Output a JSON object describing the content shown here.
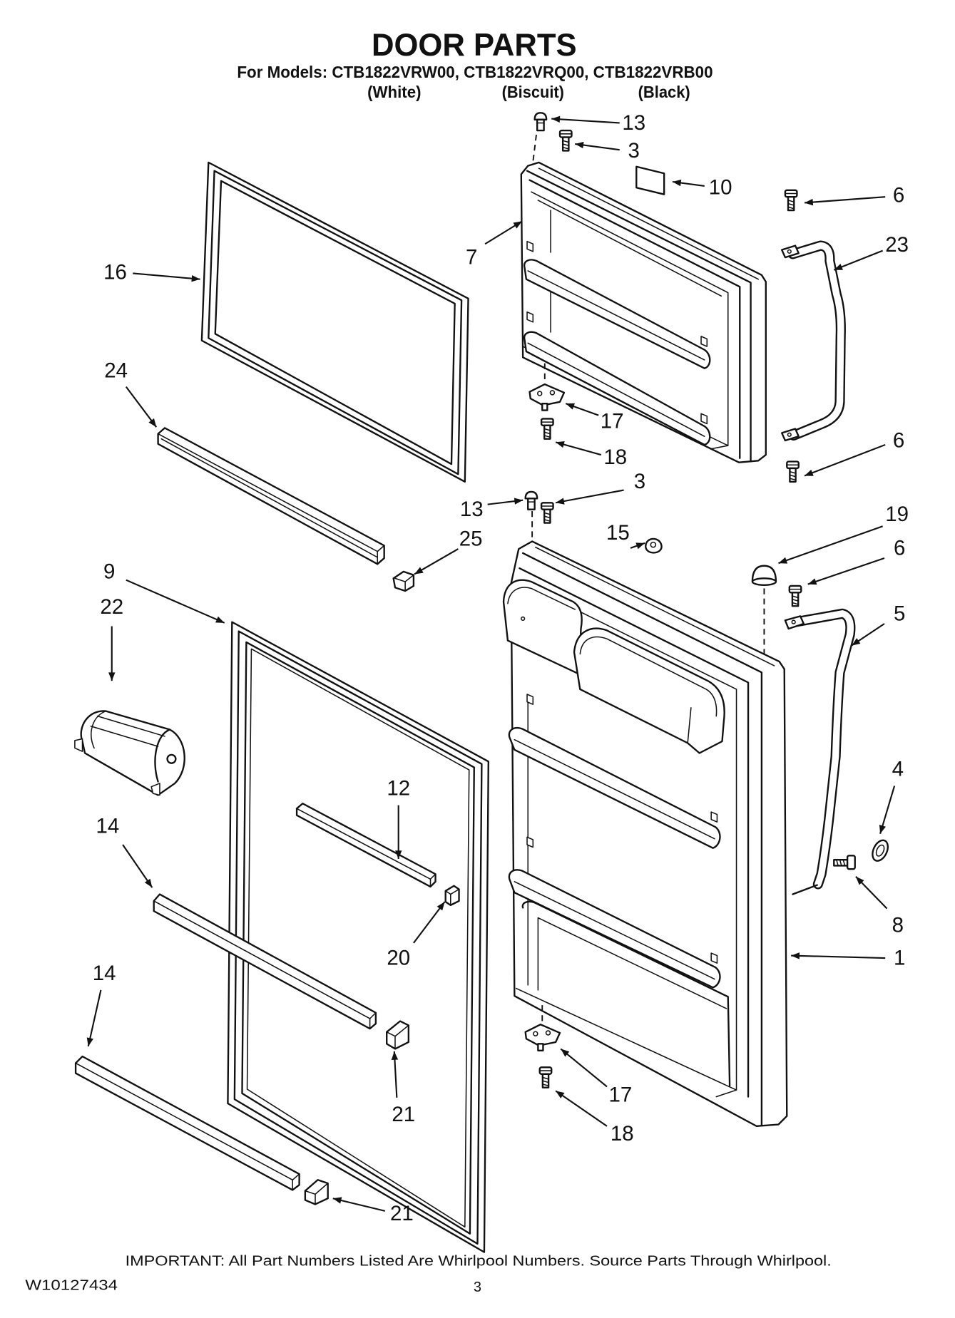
{
  "title": "DOOR PARTS",
  "models_line": "For Models: CTB1822VRW00, CTB1822VRQ00, CTB1822VRB00",
  "model_colors": [
    "(White)",
    "(Biscuit)",
    "(Black)"
  ],
  "callouts": [
    "13",
    "3",
    "10",
    "6",
    "23",
    "7",
    "16",
    "24",
    "17",
    "18",
    "6",
    "13",
    "3",
    "15",
    "19",
    "6",
    "25",
    "9",
    "22",
    "5",
    "12",
    "14",
    "4",
    "20",
    "8",
    "1",
    "14",
    "21",
    "17",
    "18",
    "21"
  ],
  "footer": {
    "notice": "IMPORTANT: All Part Numbers Listed Are Whirlpool Numbers. Source Parts Through Whirlpool.",
    "doc_number": "W10127434",
    "page_number": "3"
  },
  "colors": {
    "ink": "#111111",
    "paper": "#ffffff"
  }
}
